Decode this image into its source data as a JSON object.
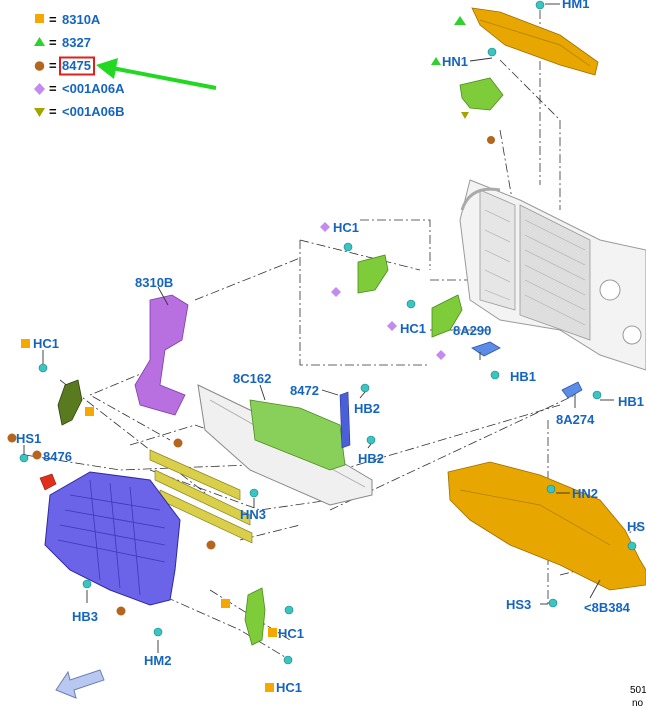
{
  "legend": [
    {
      "symbol": "square",
      "color": "#f5a800",
      "code": "8310A"
    },
    {
      "symbol": "triangle",
      "color": "#2ed12e",
      "code": "8327"
    },
    {
      "symbol": "circle",
      "color": "#b5651d",
      "code": "8475"
    },
    {
      "symbol": "diamond",
      "color": "#c38bf0",
      "code": "<001A06A"
    },
    {
      "symbol": "triangle-down",
      "color": "#a4a400",
      "code": "<001A06B"
    }
  ],
  "equals_sign": "=",
  "highlighted_code": "8475",
  "part_labels": [
    "HM1",
    "HN1",
    "HC1",
    "HC1",
    "8A290",
    "HB1",
    "8310B",
    "HC1",
    "8C162",
    "8472",
    "HB2",
    "HB2",
    "HS1",
    "8476",
    "HN3",
    "8A274",
    "HB1",
    "HN2",
    "HS",
    "HB3",
    "HC1",
    "HM2",
    "HC1",
    "HS3",
    "<8B384"
  ],
  "footer": {
    "line1": "501",
    "line2": "no"
  },
  "colors": {
    "label_blue": "#1565c0",
    "arrow_green": "#22d822",
    "highlight_red": "#e0201b",
    "shield_orange": "#e8a600",
    "duct_blue": "#6b63e8",
    "bracket_purple": "#b86fe0",
    "bracket_green": "#7fcc3a",
    "strip_yellow": "#d9cf4a",
    "fastener_teal": "#39c6c3"
  },
  "icons": [
    "view-direction-arrow-icon"
  ]
}
